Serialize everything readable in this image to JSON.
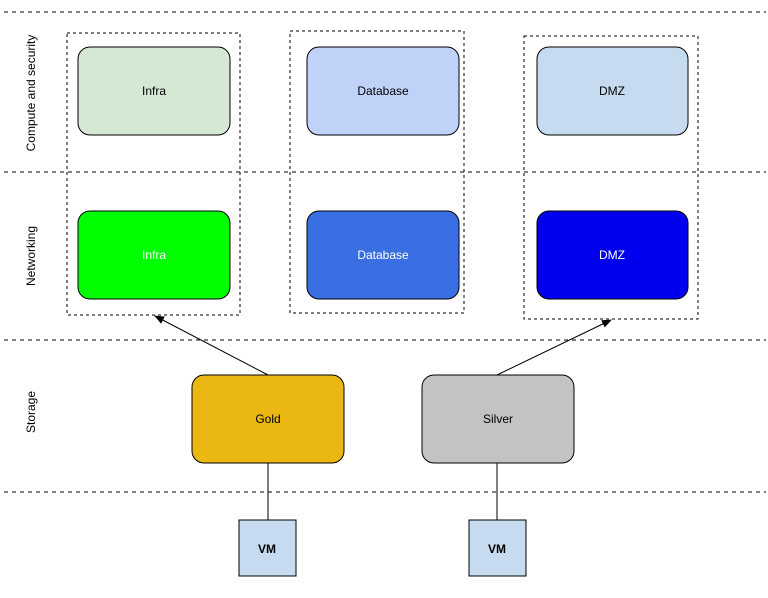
{
  "lanes": {
    "compute": "Compute and security",
    "networking": "Networking",
    "storage": "Storage"
  },
  "compute": {
    "infra": {
      "label": "Infra",
      "fill": "#d5e8d4",
      "text": "#000000"
    },
    "database": {
      "label": "Database",
      "fill": "#c1d2f8",
      "text": "#000000"
    },
    "dmz": {
      "label": "DMZ",
      "fill": "#c6dbf0",
      "text": "#000000"
    }
  },
  "networking": {
    "infra": {
      "label": "Infra",
      "fill": "#00ff00",
      "text": "#ffffff"
    },
    "database": {
      "label": "Database",
      "fill": "#3a6ee3",
      "text": "#ffffff"
    },
    "dmz": {
      "label": "DMZ",
      "fill": "#0000ee",
      "text": "#ffffff"
    }
  },
  "storage": {
    "gold": {
      "label": "Gold",
      "fill": "#ebb813",
      "text": "#000000"
    },
    "silver": {
      "label": "Silver",
      "fill": "#c3c3c3",
      "text": "#000000"
    }
  },
  "vms": {
    "vm_gold": {
      "label": "VM",
      "fill": "#c6dbf0"
    },
    "vm_silver": {
      "label": "VM",
      "fill": "#c6dbf0"
    }
  }
}
